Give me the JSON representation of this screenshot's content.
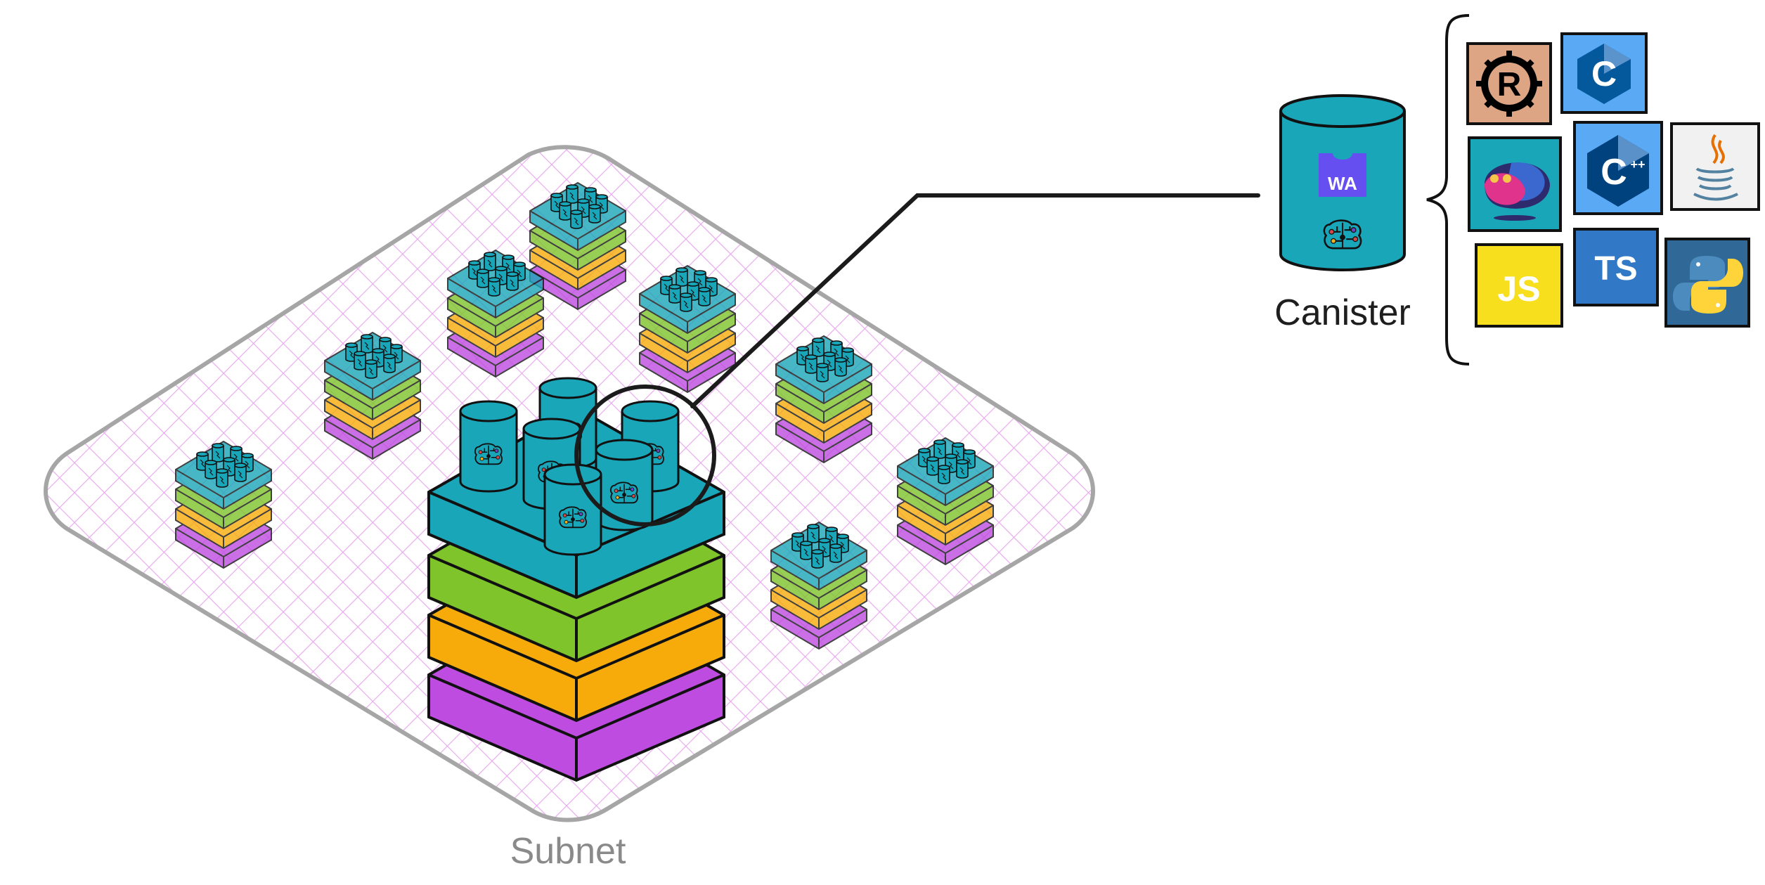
{
  "labels": {
    "subnet": "Subnet",
    "canister": "Canister",
    "wasm_badge": "WA"
  },
  "languages": {
    "rust": "R",
    "c": "C",
    "cpp": "C",
    "cpp_plus": "++",
    "javascript": "JS",
    "typescript": "TS"
  },
  "colors": {
    "grid": "#e8a6ef",
    "subnet_outline": "#a6a6a6",
    "teal": "#1aa6b9",
    "green": "#7ec42a",
    "orange": "#f7ab0a",
    "purple": "#bf4ce0",
    "wasm": "#654ff0",
    "rust_bg": "#dea584",
    "c_bg": "#5aa9f5",
    "cpp_bg": "#5aa9f5",
    "motoko_bg": "#1aa6b9",
    "java_bg": "#f1f1f1",
    "js_bg": "#f7df1e",
    "ts_bg": "#3178c6",
    "python_bg": "#306998"
  },
  "icons": [
    "rust-icon",
    "c-icon",
    "motoko-icon",
    "cpp-icon",
    "java-icon",
    "javascript-icon",
    "typescript-icon",
    "python-icon",
    "webassembly-icon",
    "brain-circuit-icon"
  ]
}
